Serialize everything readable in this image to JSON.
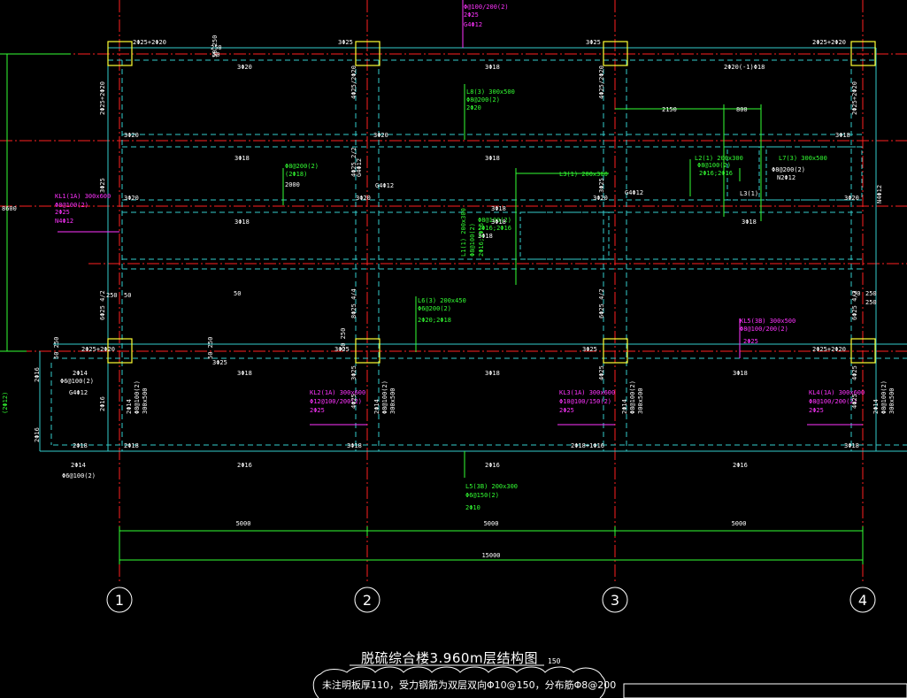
{
  "title": "脱硫综合楼3.960m层结构图",
  "title_scale": "150",
  "note": "未注明板厚110，受力钢筋为双层双向Φ10@150，分布筋Φ8@200",
  "axes": {
    "labels": [
      "1",
      "2",
      "3",
      "4"
    ],
    "spans": [
      "5000",
      "5000",
      "5000"
    ],
    "total": "15000"
  },
  "beam_labels": [
    {
      "t": "Φ@100/200(2)",
      "c": "pink"
    },
    {
      "t": "2Φ25",
      "c": "pink"
    },
    {
      "t": "G4Φ12",
      "c": "pink"
    },
    {
      "t": "2Φ25+2Φ20",
      "c": "white"
    },
    {
      "t": "3Φ25",
      "c": "white"
    },
    {
      "t": "3Φ25",
      "c": "white"
    },
    {
      "t": "2Φ25+2Φ20",
      "c": "white"
    },
    {
      "t": "3Φ20",
      "c": "white"
    },
    {
      "t": "3Φ18",
      "c": "white"
    },
    {
      "t": "2Φ20(-1)Φ18",
      "c": "white"
    },
    {
      "t": "50",
      "c": "white"
    },
    {
      "t": "250",
      "c": "white"
    },
    {
      "t": "L8(3) 300x500",
      "c": "green"
    },
    {
      "t": "Φ8@200(2)",
      "c": "green"
    },
    {
      "t": "2Φ20",
      "c": "green"
    },
    {
      "t": "2150",
      "c": "white"
    },
    {
      "t": "800",
      "c": "white"
    },
    {
      "t": "3Φ20",
      "c": "white"
    },
    {
      "t": "3Φ20",
      "c": "white"
    },
    {
      "t": "3Φ18",
      "c": "white"
    },
    {
      "t": "3Φ18",
      "c": "white"
    },
    {
      "t": "3Φ18",
      "c": "white"
    },
    {
      "t": "L7(3) 300x500",
      "c": "green"
    },
    {
      "t": "Φ8@200(2)",
      "c": "green"
    },
    {
      "t": "(2Φ18)",
      "c": "green"
    },
    {
      "t": "2000",
      "c": "white"
    },
    {
      "t": "L3(1) 200x300",
      "c": "green"
    },
    {
      "t": "Φ8@100(2)",
      "c": "green"
    },
    {
      "t": "2Φ16;2Φ16",
      "c": "green"
    },
    {
      "t": "3Φ18",
      "c": "white"
    },
    {
      "t": "Φ8@200(2)",
      "c": "white"
    },
    {
      "t": "N2Φ12",
      "c": "white"
    },
    {
      "t": "L3(1)",
      "c": "white"
    },
    {
      "t": "3Φ20",
      "c": "white"
    },
    {
      "t": "3Φ20",
      "c": "white"
    },
    {
      "t": "3Φ20",
      "c": "white"
    },
    {
      "t": "3Φ20",
      "c": "white"
    },
    {
      "t": "3Φ18",
      "c": "white"
    },
    {
      "t": "3Φ18",
      "c": "white"
    },
    {
      "t": "3Φ18",
      "c": "white"
    },
    {
      "t": "3Φ18",
      "c": "white"
    },
    {
      "t": "L2(1) 200x300",
      "c": "green"
    },
    {
      "t": "Φ8@100(2)",
      "c": "green"
    },
    {
      "t": "2Φ16;2Φ16",
      "c": "green"
    },
    {
      "t": "KL1(1A) 300x600",
      "c": "pink"
    },
    {
      "t": "Φ8@100(2)",
      "c": "pink"
    },
    {
      "t": "2Φ25",
      "c": "pink"
    },
    {
      "t": "N4Φ12",
      "c": "pink"
    },
    {
      "t": "G4Φ12",
      "c": "white"
    },
    {
      "t": "G4Φ12",
      "c": "white"
    },
    {
      "t": "L6(3) 200x450",
      "c": "green"
    },
    {
      "t": "Φ6@200(2)",
      "c": "green"
    },
    {
      "t": "2Φ20;2Φ18",
      "c": "green"
    },
    {
      "t": "KL5(3B) 300x500",
      "c": "pink"
    },
    {
      "t": "Φ8@100/200(2)",
      "c": "pink"
    },
    {
      "t": "2Φ25",
      "c": "pink"
    },
    {
      "t": "2Φ25+2Φ20",
      "c": "white"
    },
    {
      "t": "3Φ25",
      "c": "white"
    },
    {
      "t": "3Φ25",
      "c": "white"
    },
    {
      "t": "2Φ25+2Φ20",
      "c": "white"
    },
    {
      "t": "3Φ18",
      "c": "white"
    },
    {
      "t": "3Φ18",
      "c": "white"
    },
    {
      "t": "3Φ18",
      "c": "white"
    },
    {
      "t": "2Φ14",
      "c": "white"
    },
    {
      "t": "Φ6@100(2)",
      "c": "white"
    },
    {
      "t": "G4Φ12",
      "c": "white"
    },
    {
      "t": "KL2(1A) 300x600",
      "c": "pink"
    },
    {
      "t": "Φ12@100/200(2)",
      "c": "pink"
    },
    {
      "t": "2Φ25",
      "c": "pink"
    },
    {
      "t": "KL3(1A) 300x600",
      "c": "pink"
    },
    {
      "t": "Φ10@100/150(2)",
      "c": "pink"
    },
    {
      "t": "2Φ25",
      "c": "pink"
    },
    {
      "t": "KL4(1A) 300x600",
      "c": "pink"
    },
    {
      "t": "Φ8@100/200(2)",
      "c": "pink"
    },
    {
      "t": "2Φ25",
      "c": "pink"
    },
    {
      "t": "2Φ18",
      "c": "white"
    },
    {
      "t": "2Φ18",
      "c": "white"
    },
    {
      "t": "3Φ18",
      "c": "white"
    },
    {
      "t": "2Φ18+1Φ16",
      "c": "white"
    },
    {
      "t": "3Φ18",
      "c": "white"
    },
    {
      "t": "2Φ14",
      "c": "white"
    },
    {
      "t": "Φ6@100(2)",
      "c": "white"
    },
    {
      "t": "2Φ16",
      "c": "white"
    },
    {
      "t": "2Φ16",
      "c": "white"
    },
    {
      "t": "2Φ16",
      "c": "white"
    },
    {
      "t": "L5(3B) 200x300",
      "c": "green"
    },
    {
      "t": "Φ6@150(2)",
      "c": "green"
    },
    {
      "t": "2Φ10",
      "c": "green"
    },
    {
      "t": "250",
      "c": "white"
    },
    {
      "t": "50",
      "c": "white"
    },
    {
      "t": "50",
      "c": "white"
    },
    {
      "t": "250",
      "c": "white"
    },
    {
      "t": "8600",
      "c": "white"
    },
    {
      "t": "3Φ25",
      "c": "white"
    },
    {
      "t": "50",
      "c": "white"
    },
    {
      "t": "250",
      "c": "white"
    }
  ],
  "vertical_labels": [
    {
      "t": "2Φ25+2Φ20",
      "c": "white"
    },
    {
      "t": "4Φ25/2Φ20",
      "c": "white"
    },
    {
      "t": "4Φ25/2Φ20",
      "c": "white"
    },
    {
      "t": "2Φ25+2Φ20",
      "c": "white"
    },
    {
      "t": "6Φ25 4/2",
      "c": "white"
    },
    {
      "t": "8Φ25 4/4",
      "c": "white"
    },
    {
      "t": "6Φ25 4/2",
      "c": "white"
    },
    {
      "t": "6Φ25 4/2",
      "c": "white"
    },
    {
      "t": "3Φ25",
      "c": "white"
    },
    {
      "t": "4Φ25 2/2",
      "c": "white"
    },
    {
      "t": "G4Φ12",
      "c": "white"
    },
    {
      "t": "3Φ25",
      "c": "white"
    },
    {
      "t": "N4Φ12",
      "c": "white"
    },
    {
      "t": "2Φ14",
      "c": "white"
    },
    {
      "t": "Φ8@100(2)",
      "c": "white"
    },
    {
      "t": "300x500",
      "c": "white"
    },
    {
      "t": "2Φ14",
      "c": "white"
    },
    {
      "t": "Φ8@100(2)",
      "c": "white"
    },
    {
      "t": "300x500",
      "c": "white"
    },
    {
      "t": "2Φ14",
      "c": "white"
    },
    {
      "t": "Φ8@100(2)",
      "c": "white"
    },
    {
      "t": "300x500",
      "c": "white"
    },
    {
      "t": "2Φ14",
      "c": "white"
    },
    {
      "t": "Φ8@100(2)",
      "c": "white"
    },
    {
      "t": "300x500",
      "c": "white"
    },
    {
      "t": "2Φ16",
      "c": "white"
    },
    {
      "t": "2Φ16",
      "c": "white"
    },
    {
      "t": "(2Φ12)",
      "c": "green"
    },
    {
      "t": "2Φ16",
      "c": "white"
    },
    {
      "t": "3Φ25",
      "c": "white"
    },
    {
      "t": "4Φ25",
      "c": "white"
    },
    {
      "t": "4Φ25",
      "c": "white"
    },
    {
      "t": "4Φ25",
      "c": "white"
    },
    {
      "t": "4Φ25",
      "c": "white"
    },
    {
      "t": "50 250",
      "c": "white"
    },
    {
      "t": "50 250",
      "c": "white"
    },
    {
      "t": "50 250",
      "c": "white"
    },
    {
      "t": "50 250",
      "c": "white"
    },
    {
      "t": "L1(1) 200x300",
      "c": "green"
    },
    {
      "t": "Φ8@100(2)",
      "c": "green"
    },
    {
      "t": "2Φ16;2Φ16",
      "c": "green"
    }
  ],
  "colors": {
    "background": "#000000",
    "grid_axis": "#ff1a1a",
    "beam_edge": "#33cccc",
    "column": "#ffff33",
    "dimension": "#33ff33",
    "text_white": "#ffffff",
    "text_pink": "#ff33ff",
    "text_green": "#33ff33"
  }
}
